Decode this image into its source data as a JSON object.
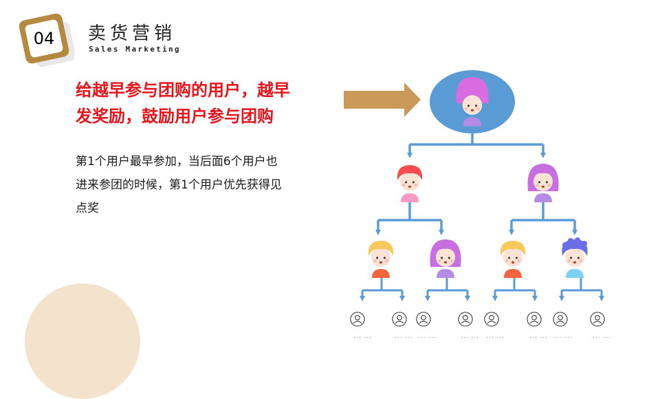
{
  "header": {
    "badge_number": "04",
    "title_cn": "卖货营销",
    "title_en": "Sales Marketing"
  },
  "main": {
    "headline_line1": "给越早参与团购的用户，越早",
    "headline_line2": "发奖励，鼓励用户参与团购",
    "body_line1": "第1个用户最早参加，当后面6个用户也",
    "body_line2": "进来参团的时候，第1个用户优先获得见",
    "body_line3": "点奖"
  },
  "diagram": {
    "leaf_placeholder": "... ...",
    "colors": {
      "connector": "#5b9bd5",
      "arrow": "#c99a59",
      "root_ellipse": "#5b9bd5",
      "badge": "#b5893f",
      "deco_circle": "#f3e2cc",
      "headline": "#e8141b"
    },
    "icons": [
      "pink-hair-girl-icon",
      "red-hair-boy-icon",
      "purple-hair-girl-icon",
      "blonde-boy-icon",
      "purple-hair-girl-icon",
      "blonde-boy-icon",
      "curly-blue-hair-boy-icon",
      "user-icon"
    ]
  }
}
